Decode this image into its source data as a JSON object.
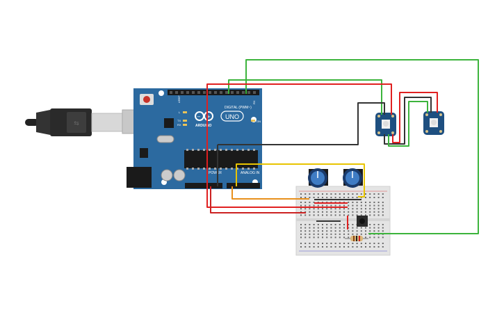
{
  "canvas": {
    "background": "#ffffff"
  },
  "board": {
    "logo_text": "ARDUINO",
    "model_text": "UNO",
    "digital_header_label": "DIGITAL (PWM~)",
    "analog_header_label": "ANALOG IN",
    "power_header_label": "POWER",
    "aref_label": "AREF",
    "gnd_label": "GND",
    "led_labels": [
      "L",
      "TX",
      "RX"
    ],
    "on_label": "ON",
    "color": "#2c6aa0"
  },
  "components": {
    "usb_cable": "usb-cable",
    "breadboard": "breadboard",
    "potentiometers": [
      "potentiometer-1",
      "potentiometer-2"
    ],
    "pushbutton": "pushbutton",
    "resistor": "resistor",
    "neopixels": [
      "neopixel-1",
      "neopixel-2"
    ]
  },
  "wire_colors": {
    "green": "#3cb43c",
    "red": "#e02020",
    "black": "#333333",
    "yellow": "#e8c400",
    "orange": "#e8901c",
    "dark_red": "#c22"
  }
}
